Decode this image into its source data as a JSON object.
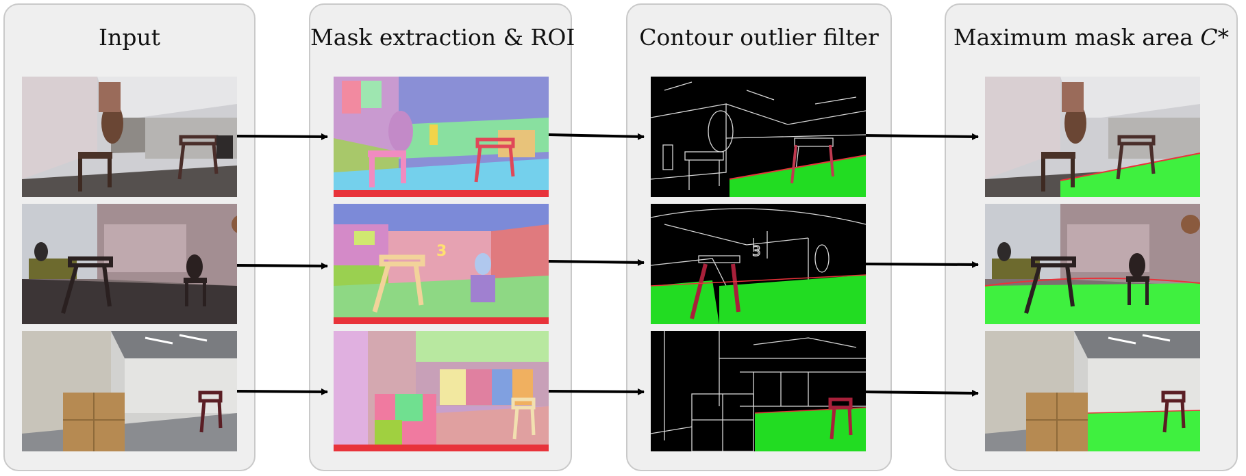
{
  "panels": [
    {
      "title": "Input"
    },
    {
      "title": "Mask extraction & ROI"
    },
    {
      "title": "Contour outlier filter"
    },
    {
      "title": "Maximum mask area ",
      "title_var": "C*"
    }
  ],
  "rows": [
    {
      "scene": "hallway-with-chairs"
    },
    {
      "scene": "lounge-with-chairs"
    },
    {
      "scene": "room-with-boxes"
    }
  ],
  "colors": {
    "panel_bg": "#efefef",
    "panel_border": "#c9c9c9",
    "floor_mask": "#26e62a",
    "roi_band": "#e8333a",
    "arrow": "#000000"
  }
}
